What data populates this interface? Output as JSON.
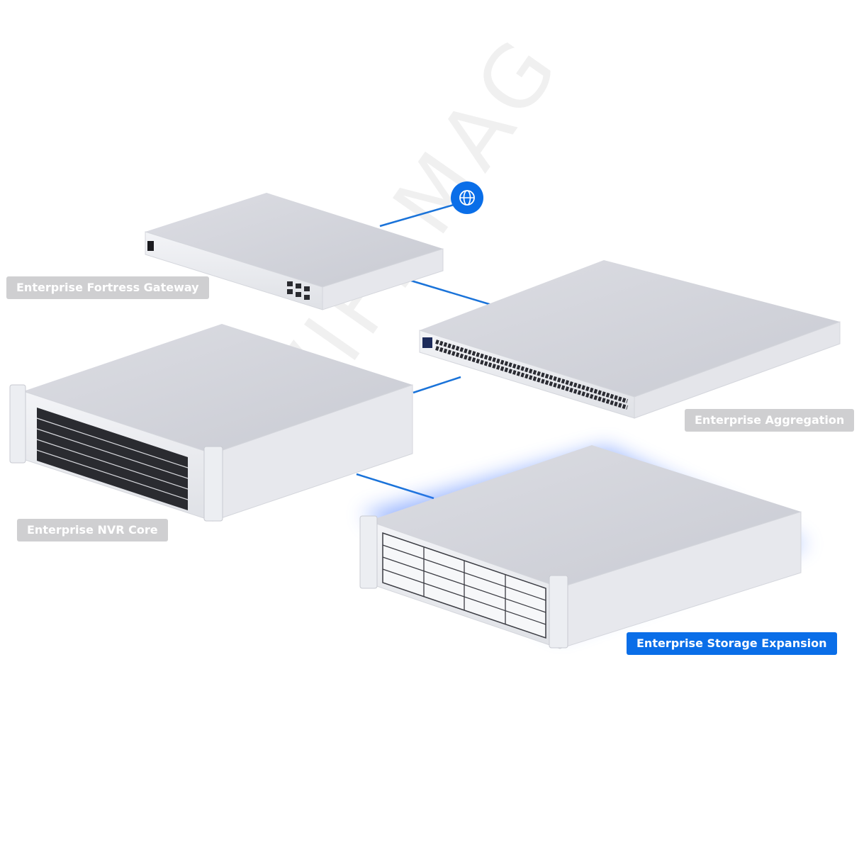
{
  "labels": {
    "gateway": "Enterprise Fortress Gateway",
    "aggregation": "Enterprise Aggregation",
    "nvr": "Enterprise NVR Core",
    "storage": "Enterprise Storage Expansion"
  },
  "watermark": "WIFI MAG",
  "colors": {
    "accent": "#0a6ee8",
    "link": "#1a73d9",
    "label_inactive": "#cfcfd1",
    "glow": "#4a7cff"
  },
  "icons": {
    "internet": "globe-icon"
  }
}
